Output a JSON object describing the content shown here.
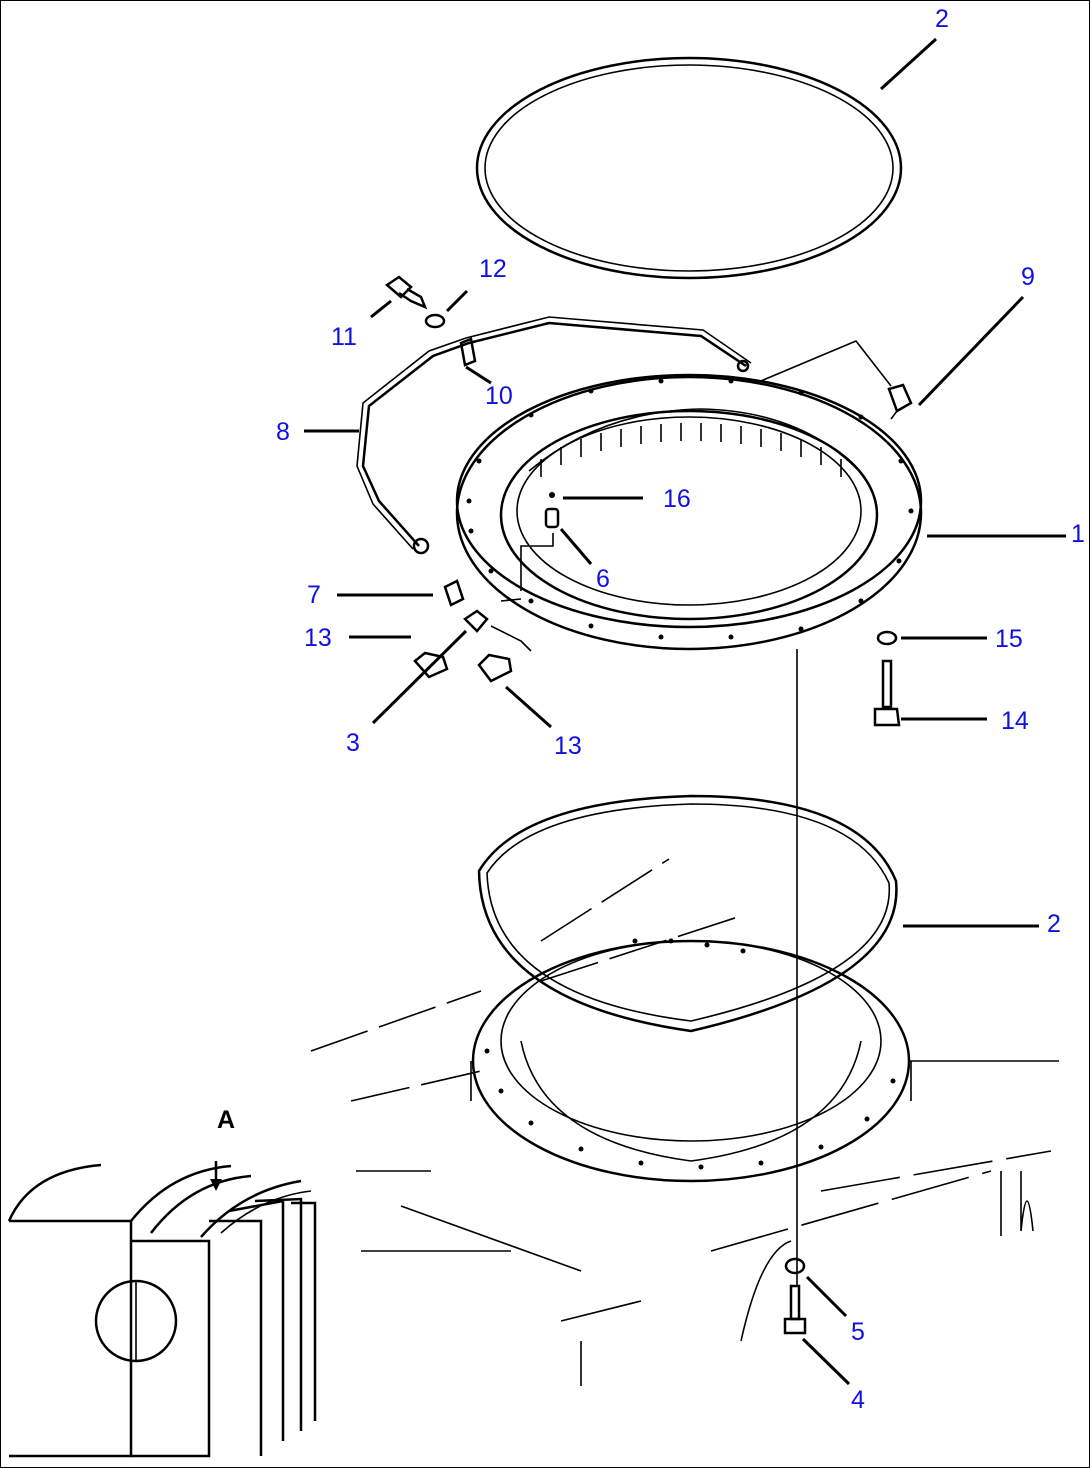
{
  "diagram": {
    "callouts": [
      {
        "id": "c1",
        "label": "1"
      },
      {
        "id": "c2a",
        "label": "2"
      },
      {
        "id": "c2b",
        "label": "2"
      },
      {
        "id": "c3",
        "label": "3"
      },
      {
        "id": "c4",
        "label": "4"
      },
      {
        "id": "c5",
        "label": "5"
      },
      {
        "id": "c6",
        "label": "6"
      },
      {
        "id": "c7",
        "label": "7"
      },
      {
        "id": "c8",
        "label": "8"
      },
      {
        "id": "c9",
        "label": "9"
      },
      {
        "id": "c10",
        "label": "10"
      },
      {
        "id": "c11",
        "label": "11"
      },
      {
        "id": "c12",
        "label": "12"
      },
      {
        "id": "c13a",
        "label": "13"
      },
      {
        "id": "c13b",
        "label": "13"
      },
      {
        "id": "c14",
        "label": "14"
      },
      {
        "id": "c15",
        "label": "15"
      },
      {
        "id": "c16",
        "label": "16"
      }
    ],
    "view_label": "A",
    "colors": {
      "callout": "#1010e0",
      "lines": "#000000",
      "background": "#ffffff"
    }
  }
}
